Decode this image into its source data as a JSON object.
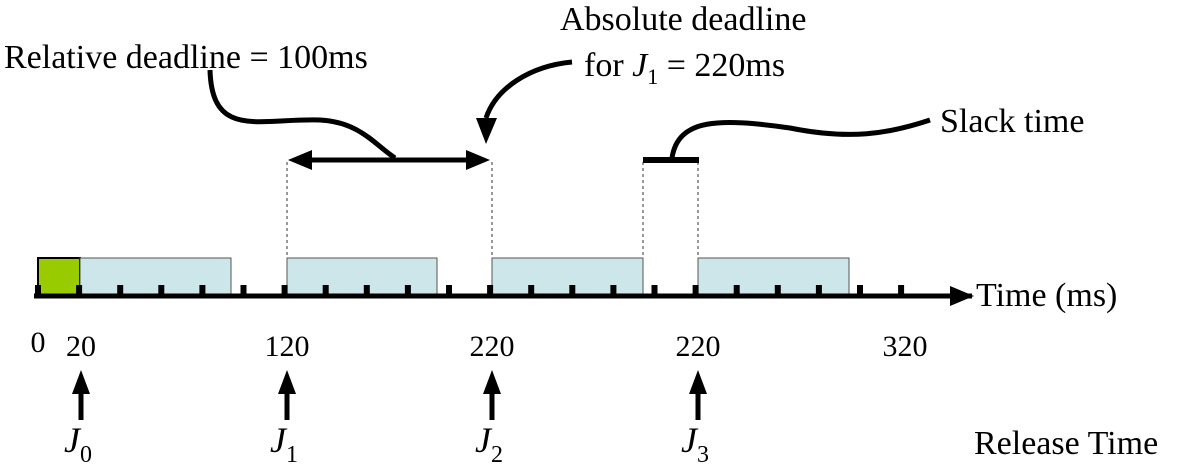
{
  "labels": {
    "relative_deadline": "Relative deadline = 100ms",
    "absolute_deadline_line1": "Absolute deadline",
    "absolute_deadline_prefix": "for ",
    "absolute_deadline_job": "J",
    "absolute_deadline_job_sub": "1",
    "absolute_deadline_suffix": " = 220ms",
    "slack_time": "Slack time",
    "time_axis": "Time (ms)",
    "release_time": "Release Time"
  },
  "axis_ticks": [
    "0",
    "20",
    "120",
    "220",
    "220",
    "320"
  ],
  "jobs": [
    {
      "name": "J",
      "sub": "0"
    },
    {
      "name": "J",
      "sub": "1"
    },
    {
      "name": "J",
      "sub": "2"
    },
    {
      "name": "J",
      "sub": "3"
    }
  ],
  "colors": {
    "execution_block": "#cce6ea",
    "first_block": "#99cc00",
    "guide_line": "#999999",
    "ink": "#000000"
  }
}
